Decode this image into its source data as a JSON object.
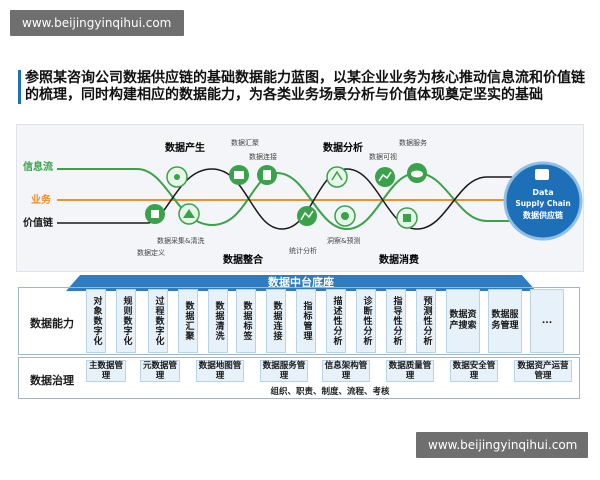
{
  "watermark_top": "www.beijingyinqihui.com",
  "watermark_bottom": "www.beijingyinqihui.com",
  "headline": "参照某咨询公司数据供应链的基础数据能力蓝图，以某企业业务为核心推动信息流和价值链的梳理，同时构建相应的数据能力，为各类业务场景分析与价值体现奠定坚实的基础",
  "flow": {
    "lane_info": "信息流",
    "lane_business": "业务",
    "lane_value": "价值链",
    "stage_production": "数据产生",
    "stage_integration": "数据整合",
    "stage_analysis": "数据分析",
    "stage_consumption": "数据消费",
    "small_labels": {
      "aggregate": "数据汇聚",
      "connect": "数据连接",
      "define": "数据定义",
      "collect": "数据采集&清洗",
      "stats": "统计分析",
      "insight": "洞察&预测",
      "visual": "数据可视",
      "service": "数据服务"
    },
    "colors": {
      "info": "#3aa24a",
      "business": "#f0902a",
      "value": "#1a1a1a",
      "accent": "#1d6fb8"
    },
    "endpoint": {
      "line1": "Data",
      "line2": "Supply Chain",
      "line3": "数据供应链"
    }
  },
  "platform": {
    "title": "数据中台底座",
    "capability_label": "数据能力",
    "governance_label": "数据治理",
    "capabilities": [
      "对象数字化",
      "规则数字化",
      "过程数字化",
      "数据汇聚",
      "数据清洗",
      "数据标签",
      "数据连接",
      "指标管理",
      "描述性分析",
      "诊断性分析",
      "指导性分析",
      "预测性分析",
      "数据资产搜索",
      "数据服务管理",
      "..."
    ],
    "governance": [
      "主数据管理",
      "元数据管理",
      "数据地图管理",
      "数据服务管理",
      "信息架构管理",
      "数据质量管理",
      "数据安全管理",
      "数据资产运营管理"
    ],
    "org_line": "组织、职责、制度、流程、考核"
  }
}
